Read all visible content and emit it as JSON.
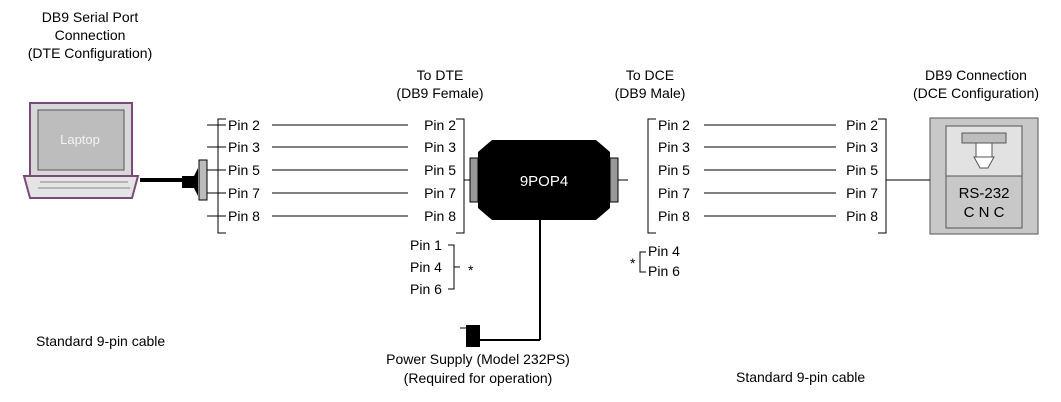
{
  "laptop": {
    "title_lines": [
      "DB9 Serial Port",
      "Connection",
      "(DTE Configuration)"
    ],
    "screen_text": "Laptop"
  },
  "cnc": {
    "title_lines": [
      "DB9 Connection",
      "(DCE Configuration)"
    ],
    "body_lines": [
      "RS-232",
      "C N C"
    ]
  },
  "device": {
    "label": "9POP4"
  },
  "to_dte": {
    "lines": [
      "To DTE",
      "(DB9 Female)"
    ]
  },
  "to_dce": {
    "lines": [
      "To DCE",
      "(DB9 Male)"
    ]
  },
  "left_pins": [
    "Pin 2",
    "Pin 3",
    "Pin 5",
    "Pin 7",
    "Pin 8"
  ],
  "right_pins": [
    "Pin 2",
    "Pin 3",
    "Pin 5",
    "Pin 7",
    "Pin 8"
  ],
  "left_jumper": {
    "pins": [
      "Pin 1",
      "Pin 4",
      "Pin 6"
    ],
    "marker": "*"
  },
  "right_jumper": {
    "pins": [
      "Pin 4",
      "Pin 6"
    ],
    "marker": "*"
  },
  "power": {
    "lines": [
      "Power Supply (Model 232PS)",
      "(Required for operation)"
    ]
  },
  "captions": {
    "left": "Standard 9-pin cable",
    "right": "Standard 9-pin cable"
  },
  "colors": {
    "laptop_frame": "#7a4a7a",
    "laptop_screen": "#bdbdbd",
    "cnc_body": "#c8c8c8",
    "device_body": "#000000"
  }
}
